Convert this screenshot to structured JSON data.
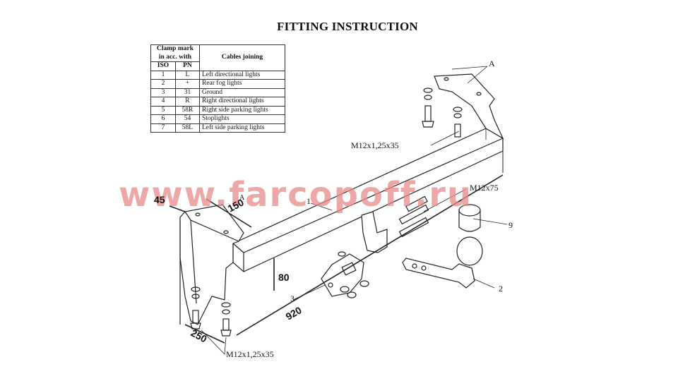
{
  "title": "FITTING INSTRUCTION",
  "table": {
    "header_clamp": "Clamp mark in acc. with",
    "header_cables": "Cables joining",
    "col_iso": "ISO",
    "col_pn": "PN",
    "rows": [
      {
        "iso": "1",
        "pn": "L",
        "desc": "Left directional lights"
      },
      {
        "iso": "2",
        "pn": "+",
        "desc": "Rear fog lights"
      },
      {
        "iso": "3",
        "pn": "31",
        "desc": "Ground"
      },
      {
        "iso": "4",
        "pn": "R",
        "desc": "Right directional lights"
      },
      {
        "iso": "5",
        "pn": "58R",
        "desc": "Right side parking lights"
      },
      {
        "iso": "6",
        "pn": "54",
        "desc": "Stoplights"
      },
      {
        "iso": "7",
        "pn": "58L",
        "desc": "Left side parking lights"
      }
    ]
  },
  "watermark": "www.farcopoff.ru",
  "labels": {
    "a": "A",
    "bolt_top": "M12x1,25x35",
    "bolt_bottom": "M12x1,25x35",
    "bolt_ball": "M12x75",
    "part_1": "1",
    "part_2": "2",
    "part_3": "3",
    "part_9": "9",
    "part_a_small": "A"
  },
  "dimensions": {
    "d45": "45",
    "d150": "150",
    "d80": "80",
    "d920": "920",
    "d250": "250"
  }
}
